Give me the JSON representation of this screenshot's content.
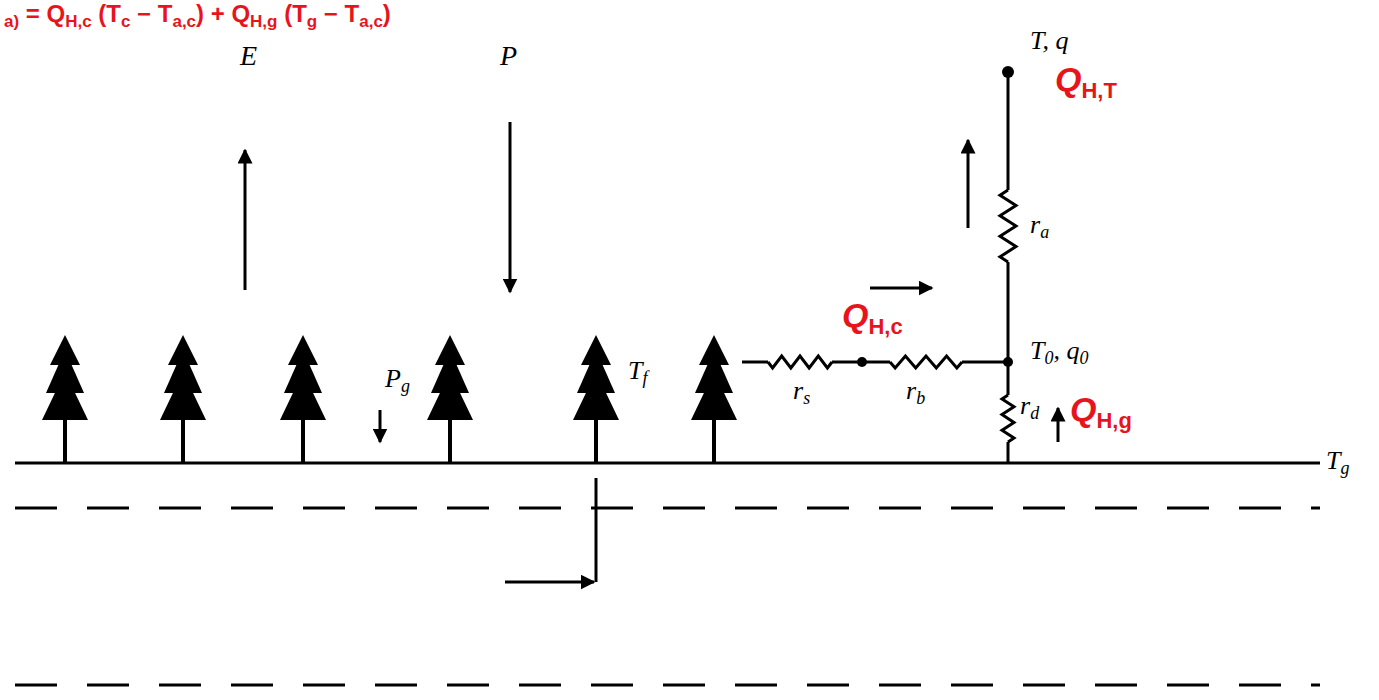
{
  "diagram": {
    "labels": [
      "a)",
      " = Q",
      "H,c",
      " (T",
      "c",
      " − T",
      "a,c",
      ") + Q",
      "H,g",
      " (T",
      "g",
      " − T",
      "a,c",
      ")",
      "T, q",
      "E",
      "P",
      "P",
      "g",
      "T",
      "f",
      "Q",
      "H,T",
      "r",
      "a",
      "Q",
      "H,c",
      "T",
      "0",
      ", q",
      "0",
      "r",
      "s",
      "r",
      "b",
      "r",
      "d",
      "Q",
      "H,g",
      "T",
      "g"
    ]
  }
}
